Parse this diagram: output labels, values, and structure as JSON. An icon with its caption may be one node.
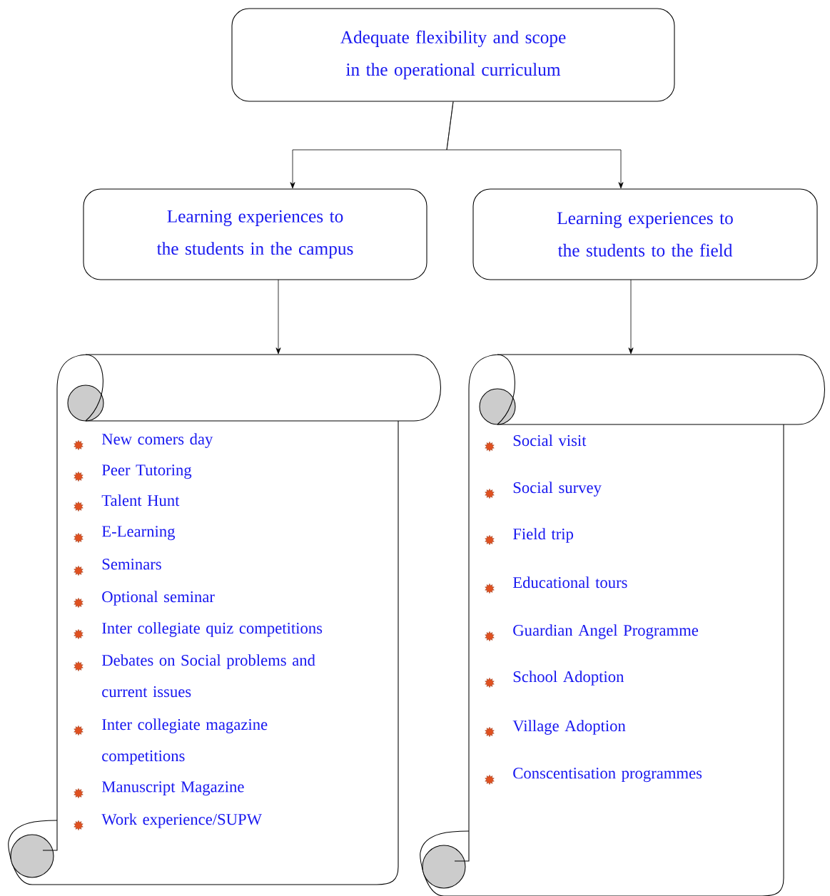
{
  "diagram": {
    "nodes": [
      {
        "text": [
          "Adequate flexibility and scope in the operational curriculum"
        ]
      },
      {
        "text": [
          "Learning experiences to the students in the campus"
        ]
      },
      {
        "text": [
          "Learning experiences to the students to the field"
        ]
      },
      {
        "text": [
          "New comers day",
          "Peer Tutoring",
          "Talent Hunt",
          "E-Learning",
          "Seminars",
          "Optional seminar",
          "Inter collegiate quiz competitions",
          "Debates on Social problems and current issues",
          "Inter collegiate magazine competitions",
          "Manuscript Magazine",
          "Work experience/SUPW"
        ]
      },
      {
        "text": [
          "Social visit",
          "Social survey",
          "Field trip",
          "Educational tours",
          "Guardian Angel Programme",
          "School Adoption",
          "Village Adoption",
          "Conscentisation programmes"
        ]
      }
    ],
    "edges": [
      {
        "from": 0,
        "to": 1,
        "arrow": "to"
      },
      {
        "from": 0,
        "to": 2,
        "arrow": "to"
      },
      {
        "from": 1,
        "to": 3,
        "arrow": "to"
      },
      {
        "from": 2,
        "to": 4,
        "arrow": "to"
      }
    ]
  }
}
